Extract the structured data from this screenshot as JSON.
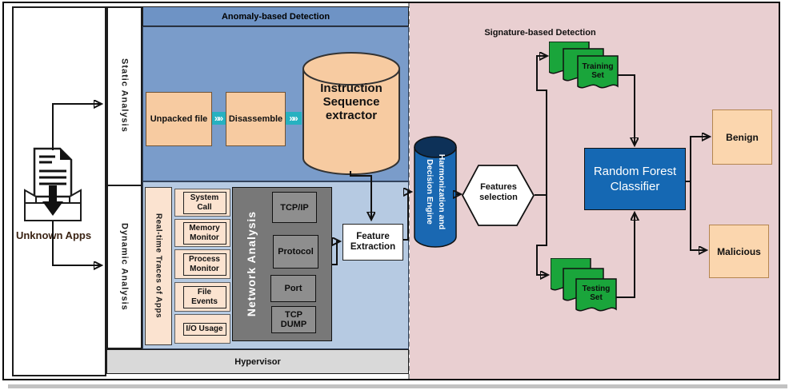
{
  "titles": {
    "anomaly": "Anomaly-based Detection",
    "signature": "Signature-based Detection"
  },
  "left_panel": {
    "unknown_apps": "Unknown Apps"
  },
  "lanes": {
    "static": "Static Analysis",
    "dynamic": "Dynamic Analysis",
    "traces": "Real-time Traces of Apps"
  },
  "static_flow": {
    "unpacked": "Unpacked file",
    "disassemble": "Disassemble",
    "extractor": "Instruction Sequence extractor",
    "chevron": "»»"
  },
  "dynamic_flow": {
    "monitors": [
      "System Call",
      "Memory Monitor",
      "Process Monitor",
      "File Events",
      "I/O Usage"
    ],
    "network": {
      "title": "Network Analysis",
      "items": [
        "TCP/IP",
        "Protocol",
        "Port",
        "TCP DUMP"
      ]
    },
    "feature_extraction": "Feature Extraction"
  },
  "hypervisor": {
    "label": "Hypervisor"
  },
  "pipeline": {
    "engine": "Harmonization and Decision Engine",
    "features_selection": "Features selection",
    "training_set": "Training Set",
    "testing_set": "Testing Set",
    "classifier": "Random Forest Classifier",
    "benign": "Benign",
    "malicious": "Malicious"
  },
  "colors": {
    "header_blue": "#6e93c5",
    "static_panel_blue": "#7a9cca",
    "dynamic_panel_blue": "#b6cae2",
    "pink_region": "#e9cfd1",
    "peach": "#f7cba1",
    "cream": "#fbe3d0",
    "network_gray": "#787878",
    "hypervisor_gray": "#d9d9d9",
    "doc_green": "#1aa53b",
    "engine_blue": "#1a68b2",
    "classifier_blue": "#1568b3",
    "chevron_teal": "#27b1c0"
  }
}
